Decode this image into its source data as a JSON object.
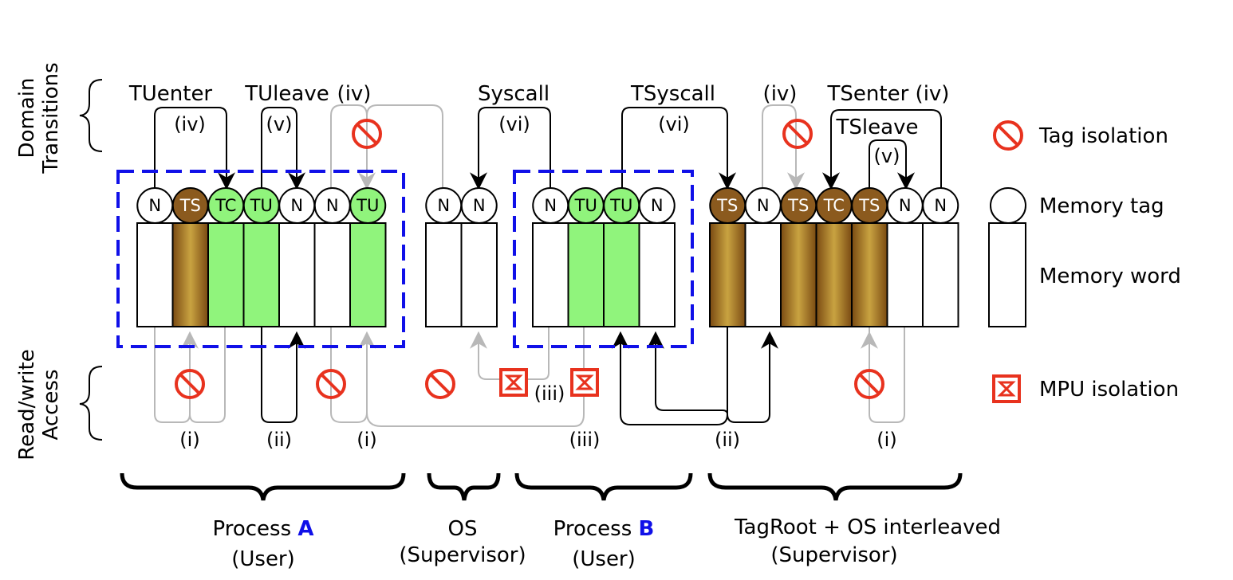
{
  "colors": {
    "untrusted_green": "#90f47c",
    "trusted_bronze": "#8b5a1e",
    "domain_blue": "#1010e8",
    "isolation_red": "#e8321e",
    "arrow_gray": "#b8b8b8",
    "arrow_black": "#000000"
  },
  "side_labels": {
    "domain_transitions": [
      "Domain",
      "Transitions"
    ],
    "read_write_access": [
      "Read/write",
      "Access"
    ]
  },
  "transition_labels": {
    "tuenter": "TUenter",
    "tuleave": "TUleave",
    "iv_a": "(iv)",
    "syscall": "Syscall",
    "tsyscall": "TSyscall",
    "iv_root": "(iv)",
    "tsenter": "TSenter (iv)",
    "tsleave": "TSleave",
    "iv_tuenter": "(iv)",
    "v_tuleave": "(v)",
    "vi_syscall": "(vi)",
    "vi_tsyscall": "(vi)",
    "v_tsleave": "(v)"
  },
  "access_labels": {
    "i_a": "(i)",
    "ii_a": "(ii)",
    "i_ab": "(i)",
    "iii_mid": "(iii)",
    "iii_b": "(iii)",
    "ii_root": "(ii)",
    "i_root": "(i)"
  },
  "memory": {
    "process_a": [
      "N",
      "TS",
      "TC",
      "TU",
      "N",
      "N",
      "TU"
    ],
    "os": [
      "N",
      "N"
    ],
    "process_b": [
      "N",
      "TU",
      "TU",
      "N"
    ],
    "tagroot": [
      "TS",
      "N",
      "TS",
      "TC",
      "TS",
      "N",
      "N"
    ]
  },
  "legend": {
    "tag_isolation": "Tag isolation",
    "memory_tag": "Memory tag",
    "memory_word": "Memory word",
    "mpu_isolation": "MPU isolation"
  },
  "regions": {
    "process_a_prefix": "Process ",
    "process_a_letter": "A",
    "process_a_mode": "(User)",
    "os_name": "OS",
    "os_mode": "(Supervisor)",
    "process_b_prefix": "Process ",
    "process_b_letter": "B",
    "process_b_mode": "(User)",
    "tagroot_name": "TagRoot + OS interleaved",
    "tagroot_mode": "(Supervisor)"
  }
}
